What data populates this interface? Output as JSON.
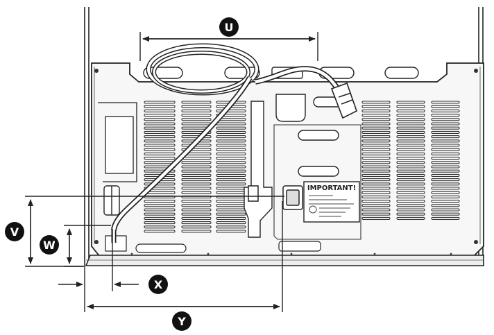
{
  "diagram": {
    "dimension_labels": {
      "u": "U",
      "v": "V",
      "w": "W",
      "x": "X",
      "y": "Y"
    },
    "important_label": "IMPORTANT!"
  },
  "colors": {
    "line": "#222222",
    "fill": "#ffffff",
    "badge": "#111111",
    "panel": "#f7f7f7"
  }
}
